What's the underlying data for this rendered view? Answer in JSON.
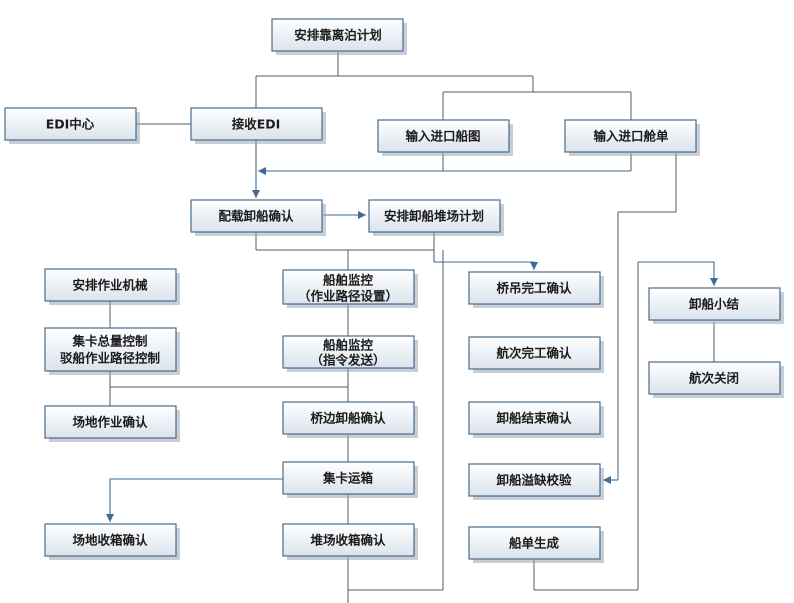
{
  "nodes": {
    "plan_berth": "安排靠离泊计划",
    "edi_center": "EDI中心",
    "receive_edi": "接收EDI",
    "input_bay_plan": "输入进口船图",
    "input_manifest": "输入进口舱单",
    "confirm_stowage": "配载卸船确认",
    "plan_yard": "安排卸船堆场计划",
    "arrange_machinery": "安排作业机械",
    "truck_control_line1": "集卡总量控制",
    "truck_control_line2": "驳船作业路径控制",
    "monitor_route_line1": "船舶监控",
    "monitor_route_line2": "（作业路径设置）",
    "monitor_cmd_line1": "船舶监控",
    "monitor_cmd_line2": "（指令发送）",
    "yard_job_confirm": "场地作业确认",
    "quay_unload_confirm": "桥边卸船确认",
    "truck_transport": "集卡运箱",
    "yard_receive_confirm": "场地收箱确认",
    "stack_receive_confirm": "堆场收箱确认",
    "crane_finish_confirm": "桥吊完工确认",
    "voyage_finish_confirm": "航次完工确认",
    "unload_end_confirm": "卸船结束确认",
    "overflow_check": "卸船溢缺校验",
    "manifest_generate": "船单生成",
    "unload_summary": "卸船小结",
    "voyage_close": "航次关闭"
  },
  "colors": {
    "box_top": "#ffffff",
    "box_bottom": "#dbe3ec",
    "box_border": "#4a6b8a",
    "line": "#555a60",
    "arrow": "#3f6a92"
  }
}
